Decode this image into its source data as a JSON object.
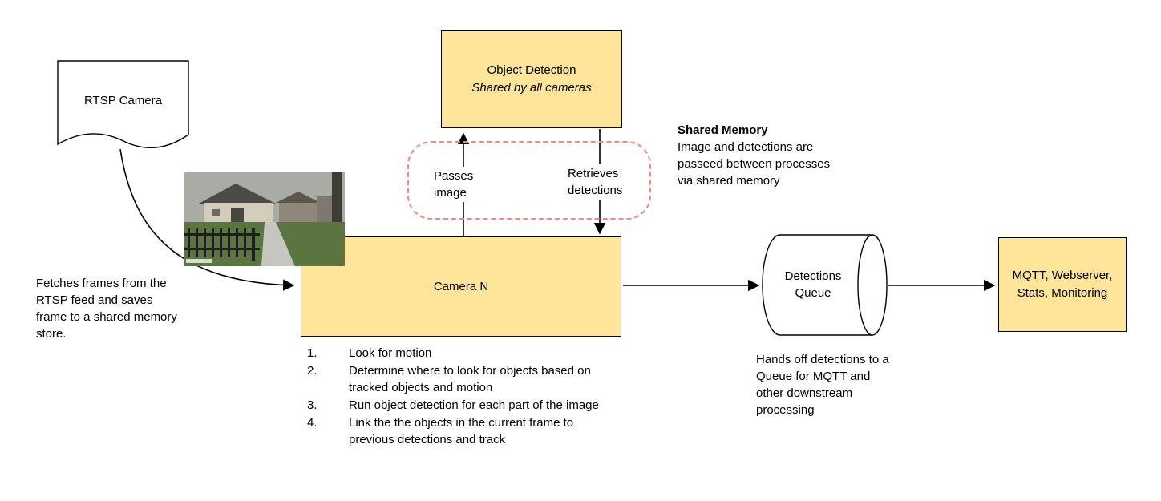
{
  "colors": {
    "node_fill": "#FFE599",
    "node_border": "#000000",
    "shared_memory_dashed_border": "#EF8A76",
    "arrow": "#000000"
  },
  "nodes": {
    "rtsp_camera": "RTSP Camera",
    "object_detection_title": "Object Detection",
    "object_detection_subtitle": "Shared by all cameras",
    "camera_n": "Camera N",
    "detections_queue": "Detections Queue",
    "mqtt_box": "MQTT, Webserver, Stats, Monitoring"
  },
  "edge_labels": {
    "passes_image": "Passes image",
    "retrieves_detections": "Retrieves detections"
  },
  "notes": {
    "fetch": "Fetches frames from the RTSP feed and saves frame to a shared memory store.",
    "shared_memory_title": "Shared Memory",
    "shared_memory_body": "Image and detections are passeed between processes via shared memory",
    "handoff": "Hands off detections to a Queue for MQTT and other downstream processing"
  },
  "camera_steps": [
    {
      "num": "1.",
      "text": "Look for motion"
    },
    {
      "num": "2.",
      "text": "Determine where to look for objects based on tracked objects and motion"
    },
    {
      "num": "3.",
      "text": "Run object detection for each part of the image"
    },
    {
      "num": "4.",
      "text": "Link the the objects in the current frame to previous detections and track"
    }
  ]
}
